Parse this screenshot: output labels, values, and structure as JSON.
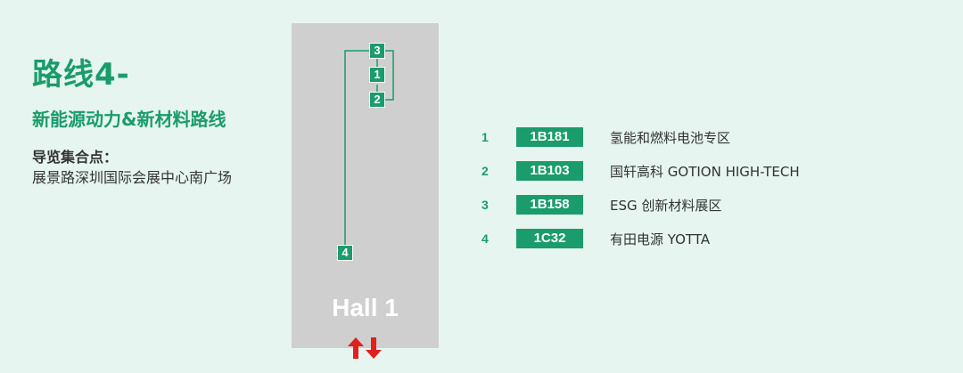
{
  "route": {
    "title": "路线4-",
    "subtitle": "新能源动力&新材料路线",
    "meeting_label": "导览集合点：",
    "meeting_place": "展景路深圳国际会展中心南广场"
  },
  "map": {
    "hall_name": "Hall 1",
    "markers": [
      "3",
      "1",
      "2",
      "4"
    ]
  },
  "stops": [
    {
      "num": "1",
      "booth": "1B181",
      "exhibitor": "氢能和燃料电池专区"
    },
    {
      "num": "2",
      "booth": "1B103",
      "exhibitor": "国轩高科 GOTION HIGH-TECH"
    },
    {
      "num": "3",
      "booth": "1B158",
      "exhibitor": "ESG 创新材料展区"
    },
    {
      "num": "4",
      "booth": "1C32",
      "exhibitor": "有田电源 YOTTA"
    }
  ],
  "colors": {
    "accent": "#1a9c6c",
    "background": "#e6f5f0",
    "hall": "#cfcfcf",
    "entrance_arrow": "#e02020"
  }
}
